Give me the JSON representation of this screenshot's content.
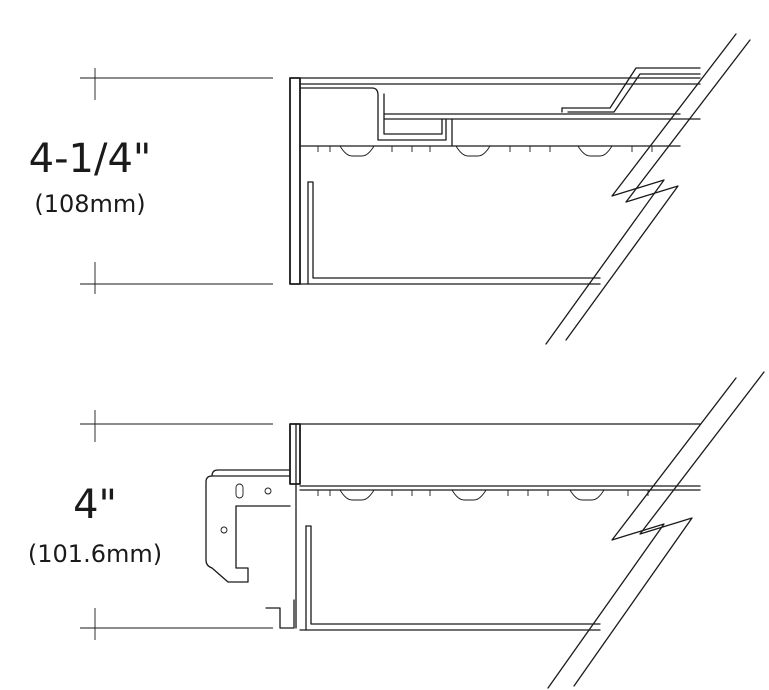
{
  "top_profile": {
    "height_label": "4-1/4\"",
    "metric_label": "(108mm)"
  },
  "bottom_profile": {
    "height_label": "4\"",
    "metric_label": "(101.6mm)"
  }
}
